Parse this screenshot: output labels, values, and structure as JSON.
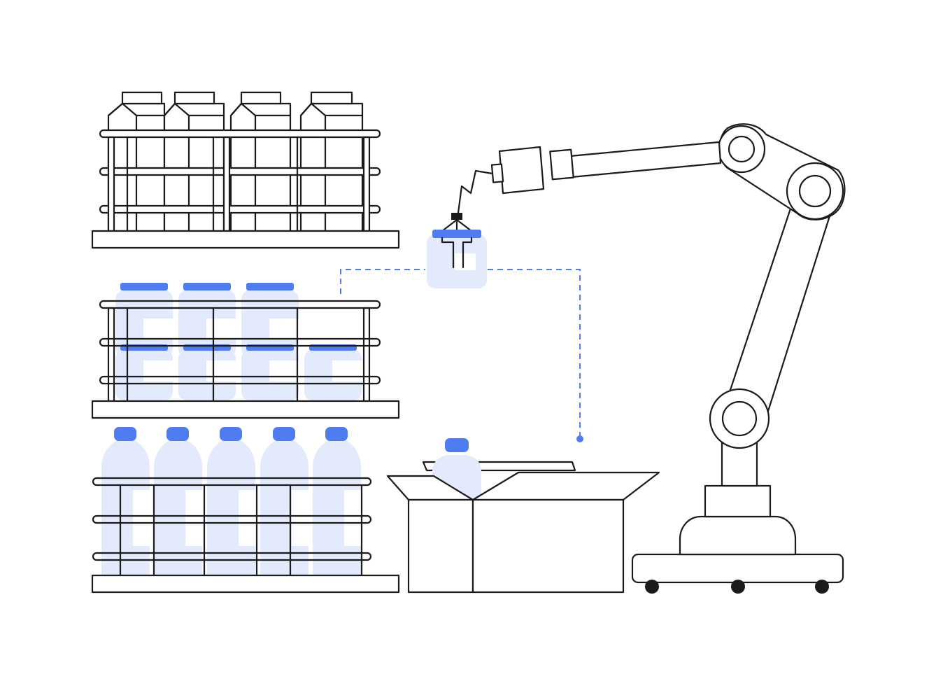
{
  "illustration": {
    "subject": "robotic-arm-palletizing-bottles",
    "colors": {
      "background": "#ffffff",
      "outline": "#1b1b1b",
      "accent": "#4f7cf0",
      "accent_light": "#e3eafc"
    },
    "counts": {
      "milk_cartons": 4,
      "jars_top_row": 3,
      "jars_bottom_row": 4,
      "large_bottles": 5,
      "robot_wheels": 3
    }
  }
}
